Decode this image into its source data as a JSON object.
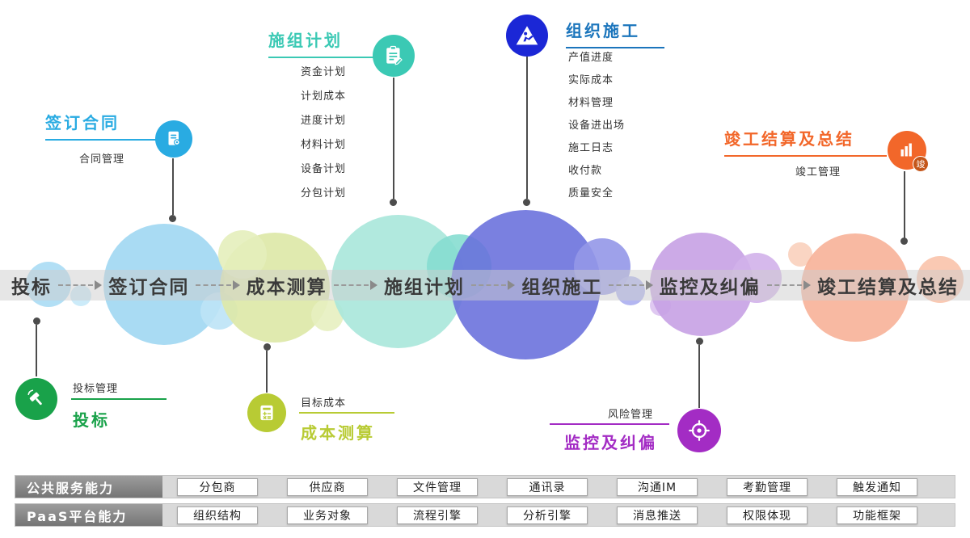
{
  "timeline": {
    "stages": [
      "投标",
      "签订合同",
      "成本测算",
      "施组计划",
      "组织施工",
      "监控及纠偏",
      "竣工结算及总结"
    ]
  },
  "callouts": {
    "sign_contract": {
      "title": "签订合同",
      "item": "合同管理"
    },
    "construction_plan": {
      "title": "施组计划",
      "items": [
        "资金计划",
        "计划成本",
        "进度计划",
        "材料计划",
        "设备计划",
        "分包计划"
      ]
    },
    "organize_construction": {
      "title": "组织施工",
      "items": [
        "产值进度",
        "实际成本",
        "材料管理",
        "设备进出场",
        "施工日志",
        "收付款",
        "质量安全"
      ]
    },
    "completion": {
      "title": "竣工结算及总结",
      "item": "竣工管理",
      "badge": "竣"
    },
    "bidding": {
      "title": "投标",
      "item": "投标管理"
    },
    "cost_estimate": {
      "title": "成本测算",
      "item": "目标成本"
    },
    "monitoring": {
      "title": "监控及纠偏",
      "item": "风险管理"
    }
  },
  "platform": {
    "rows": [
      {
        "label": "公共服务能力",
        "items": [
          "分包商",
          "供应商",
          "文件管理",
          "通讯录",
          "沟通IM",
          "考勤管理",
          "触发通知"
        ]
      },
      {
        "label": "PaaS平台能力",
        "items": [
          "组织结构",
          "业务对象",
          "流程引擎",
          "分析引擎",
          "消息推送",
          "权限体现",
          "功能框架"
        ]
      }
    ]
  },
  "icons": {
    "bidding": "gavel-icon",
    "sign_contract": "contract-document-icon",
    "cost_estimate": "calculator-icon",
    "construction_plan": "clipboard-plan-icon",
    "organize_construction": "roadwork-icon",
    "monitoring": "target-icon",
    "completion": "building-chart-icon"
  },
  "colors": {
    "bidding_green": "#19a24a",
    "contract_blue": "#29abe2",
    "cost_yellow": "#b8cb34",
    "plan_teal": "#3bc9b4",
    "organize_deep_blue": "#1b27d6",
    "organize_title_blue": "#1b75bc",
    "monitor_purple": "#a32cc4",
    "completion_orange": "#f2672a"
  }
}
